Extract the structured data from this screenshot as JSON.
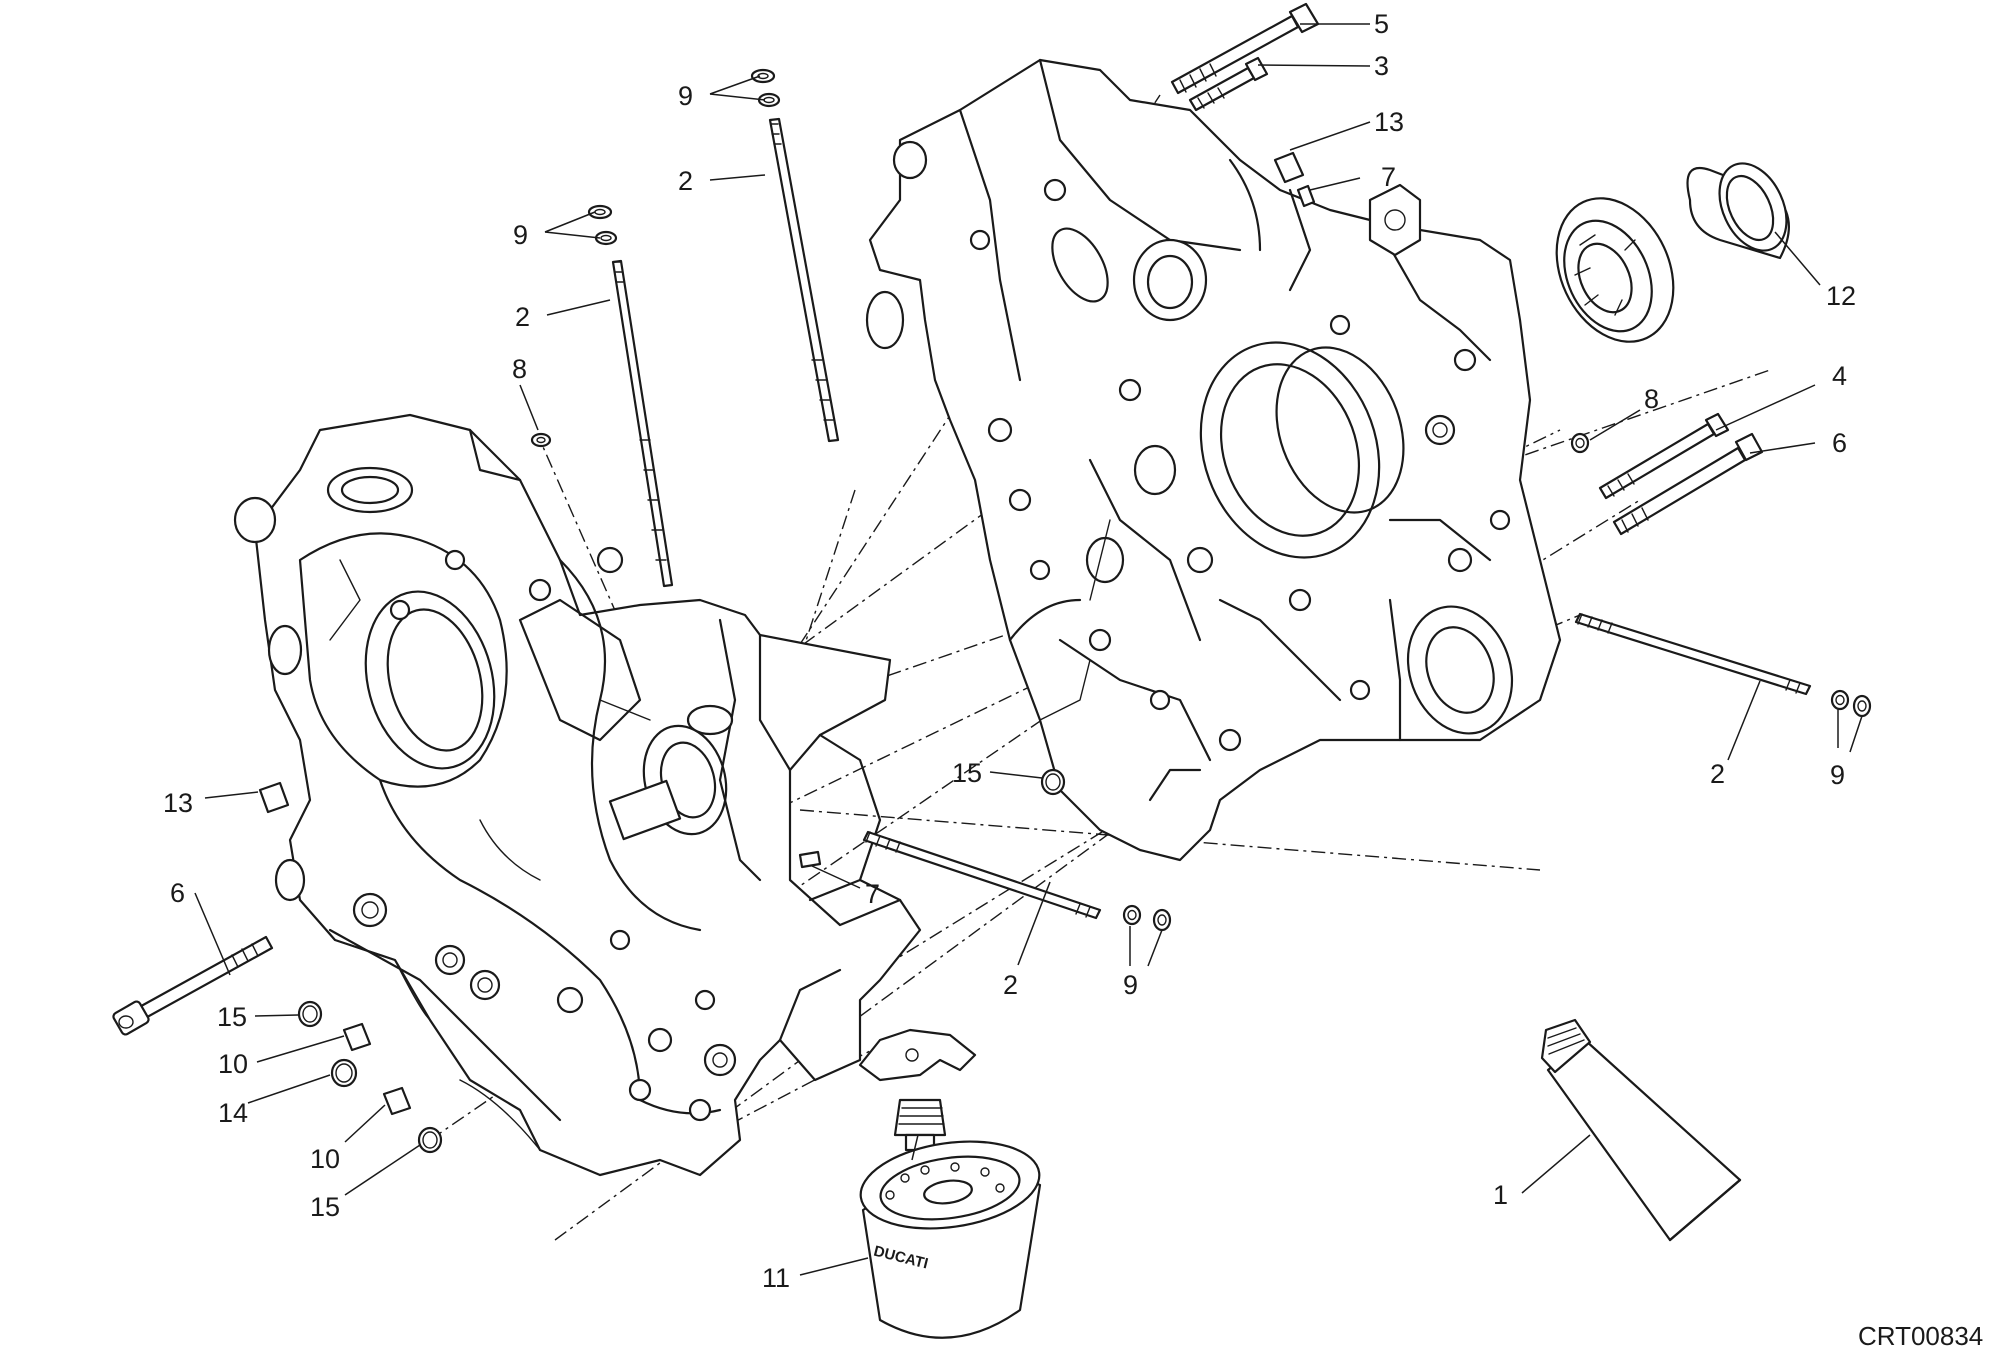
{
  "diagram_code": "CRT00834",
  "filter_brand": "DUCATI",
  "callouts": {
    "c5": "5",
    "c3": "3",
    "c13a": "13",
    "c7a": "7",
    "c12": "12",
    "c9a": "9",
    "c2a": "2",
    "c9b": "9",
    "c2b": "2",
    "c8a": "8",
    "c8b": "8",
    "c4": "4",
    "c6a": "6",
    "c2c": "2",
    "c9c": "9",
    "c15a": "15",
    "c13b": "13",
    "c7b": "7",
    "c6b": "6",
    "c2d": "2",
    "c9d": "9",
    "c15b": "15",
    "c10a": "10",
    "c14": "14",
    "c10b": "10",
    "c15c": "15",
    "c11": "11",
    "c1": "1"
  }
}
